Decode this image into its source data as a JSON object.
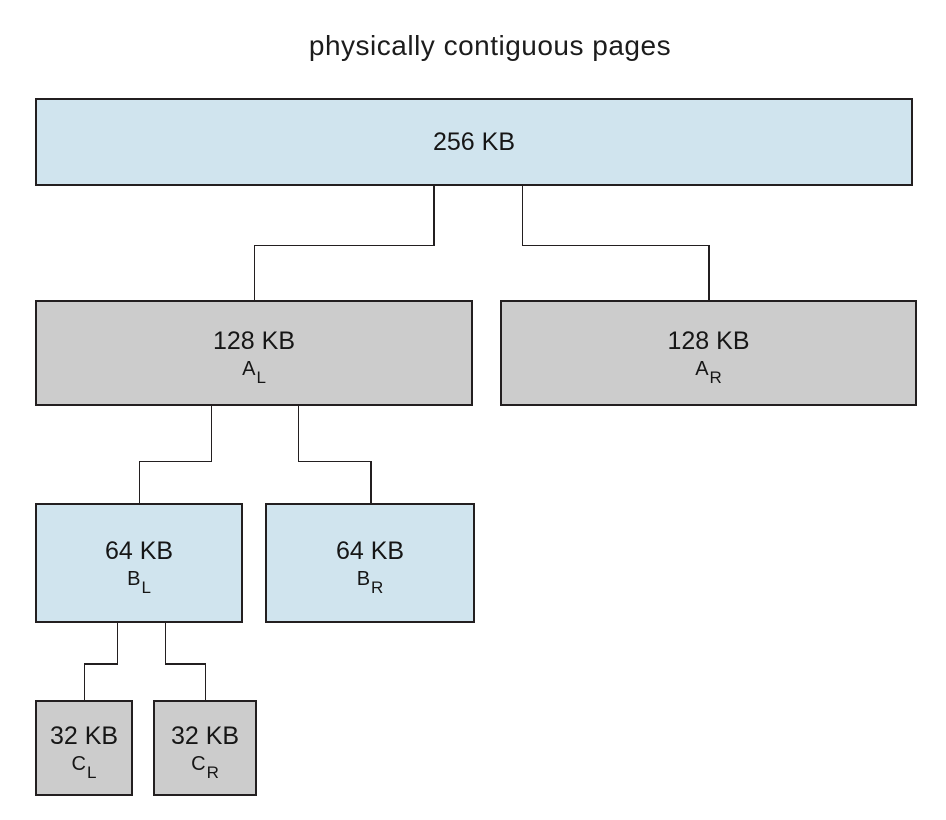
{
  "title": "physically contiguous pages",
  "colors": {
    "block_blue": "#d0e4ee",
    "block_gray": "#cccccc",
    "border": "#231f20"
  },
  "nodes": {
    "root": {
      "size": "256 KB"
    },
    "al": {
      "size": "128 KB",
      "letter": "A",
      "sub": "L"
    },
    "ar": {
      "size": "128 KB",
      "letter": "A",
      "sub": "R"
    },
    "bl": {
      "size": "64 KB",
      "letter": "B",
      "sub": "L"
    },
    "br": {
      "size": "64 KB",
      "letter": "B",
      "sub": "R"
    },
    "cl": {
      "size": "32 KB",
      "letter": "C",
      "sub": "L"
    },
    "cr": {
      "size": "32 KB",
      "letter": "C",
      "sub": "R"
    }
  }
}
